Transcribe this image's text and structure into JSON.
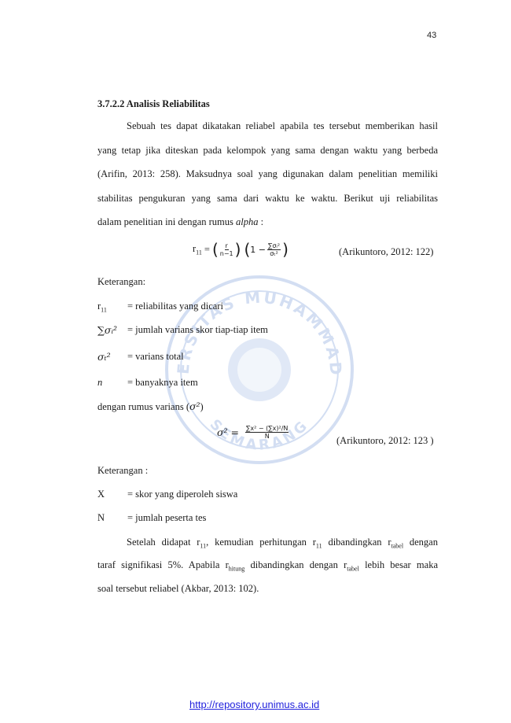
{
  "page_number": "43",
  "section": {
    "heading": "3.7.2.2 Analisis Reliabilitas"
  },
  "paragraph1": {
    "line1": "Sebuah tes dapat dikatakan reliabel apabila tes tersebut memberikan hasil",
    "line2": "yang tetap jika diteskan pada kelompok yang sama dengan waktu yang berbeda",
    "line3": "(Arifin, 2013: 258). Maksudnya soal yang digunakan dalam penelitian memiliki",
    "line4": "stabilitas pengukuran yang sama dari waktu ke waktu. Berikut uji reliabilitas",
    "line5_prefix": "dalam penelitian ini dengan rumus ",
    "line5_italic": "alpha",
    "line5_suffix": " :"
  },
  "formula1": {
    "lhs_base": "r",
    "lhs_sub": "11",
    "equals": "=",
    "frac1_num": "r",
    "frac1_den": "n−1",
    "one_minus": "1 −",
    "frac2_num": "∑σᵢ²",
    "frac2_den": "σₜ²",
    "citation": "(Arikuntoro, 2012: 122)"
  },
  "keterangan1": {
    "label": "Keterangan:",
    "items": [
      {
        "term": "r",
        "term_sub": "11",
        "definition": "= reliabilitas yang dicari"
      },
      {
        "term": "∑σᵢ²",
        "definition": "= jumlah varians skor tiap-tiap item"
      },
      {
        "term": "σₜ²",
        "definition": "= varians total"
      },
      {
        "term": "n",
        "definition": "= banyaknya item"
      }
    ]
  },
  "variance_intro": {
    "text": "dengan rumus varians (",
    "symbol": "σ²",
    "close": ")"
  },
  "formula2": {
    "lhs": "σ² =",
    "num": "∑x² − (∑x)²/N",
    "den": "N",
    "citation": "(Arikuntoro, 2012: 123 )"
  },
  "keterangan2": {
    "label": "Keterangan :",
    "items": [
      {
        "term": "X",
        "definition": "= skor yang diperoleh siswa"
      },
      {
        "term": "N",
        "definition": "= jumlah peserta tes"
      }
    ]
  },
  "paragraph2": {
    "line1_a": "Setelah didapat r",
    "line1_sub1": "11",
    "line1_b": ", kemudian perhitungan r",
    "line1_sub2": "11",
    "line1_c": " dibandingkan r",
    "line1_sub3": "tabel",
    "line1_d": " dengan",
    "line2_a": "taraf signifikasi 5%. Apabila r",
    "line2_sub1": "hitung",
    "line2_b": " dibandingkan dengan r",
    "line2_sub2": "tabel",
    "line2_c": " lebih besar maka",
    "line3": "soal tersebut reliabel (Akbar, 2013: 102)."
  },
  "watermark": {
    "top_text": "UNIVERSITAS MUHAMMADIYAH",
    "bottom_text": "SEMARANG",
    "color": "#3a6fc8"
  },
  "footer": {
    "link": "http://repository.unimus.ac.id"
  }
}
